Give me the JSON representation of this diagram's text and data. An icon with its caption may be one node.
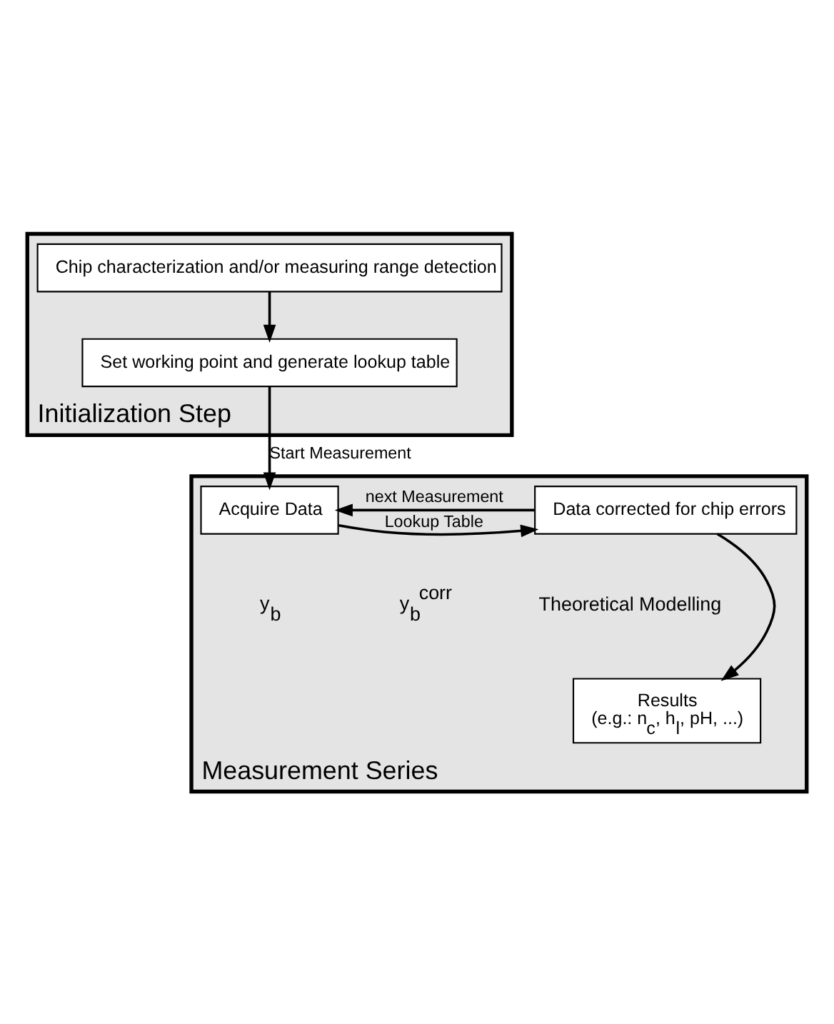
{
  "diagram": {
    "nodes": [
      {
        "text": [
          "Initialization Step"
        ]
      },
      {
        "text": [
          "Chip characterization and/or measuring range detection"
        ],
        "in": 0
      },
      {
        "text": [
          "Set working point and generate lookup table"
        ],
        "in": 0
      },
      {
        "text": [
          "Measurement Series"
        ]
      },
      {
        "text": [
          "Acquire Data"
        ],
        "in": 3
      },
      {
        "text": [
          "Data corrected for chip errors"
        ],
        "in": 3
      },
      {
        "text": [
          "Results",
          "(e.g.: n$_{c}$, h$_{l}$, pH, ...)"
        ],
        "in": 3
      }
    ],
    "edges": [
      {
        "from": 1,
        "to": 2,
        "arrow": "to"
      },
      {
        "from": 2,
        "to": 4,
        "arrow": "to",
        "label": "Start Measurement"
      },
      {
        "from": 5,
        "to": 4,
        "arrow": "to",
        "label": "next Measurement"
      },
      {
        "from": 4,
        "to": 5,
        "arrow": "to",
        "label": "Lookup Table"
      },
      {
        "from": 5,
        "to": 6,
        "arrow": "to"
      }
    ],
    "labels": [
      "y$_{b}$",
      "y$_{b}$$^{corr}$",
      "Theoretical Modelling"
    ]
  }
}
